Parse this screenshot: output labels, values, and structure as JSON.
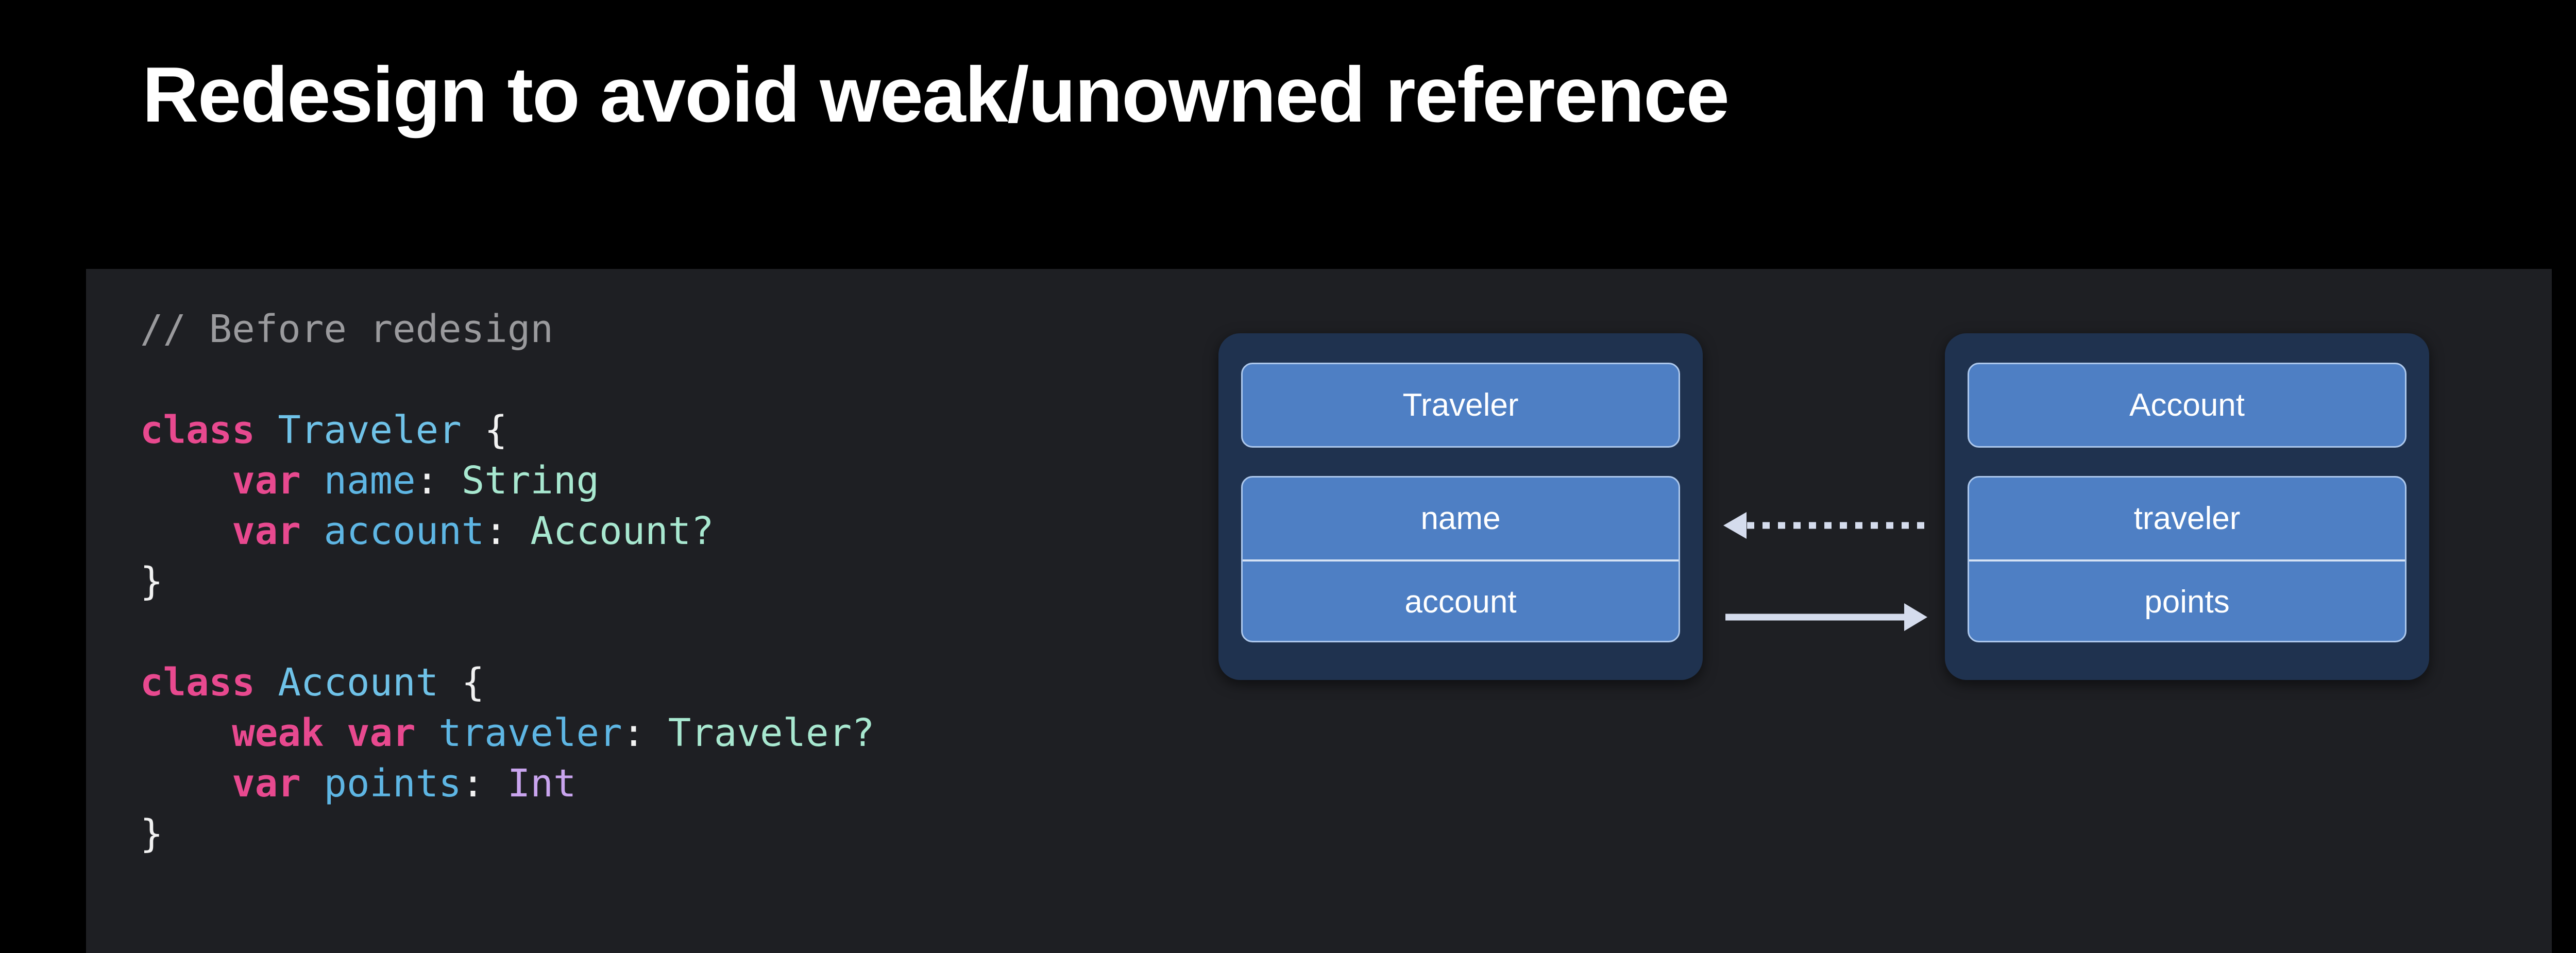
{
  "slide": {
    "title": "Redesign to avoid weak/unowned reference",
    "background_color": "#000000",
    "title_color": "#ffffff"
  },
  "code_panel": {
    "background_color": "#1e1f23",
    "language": "swift",
    "lines": [
      {
        "id": "l1",
        "segments": [
          {
            "text": "// Before redesign",
            "token": "comment"
          }
        ]
      },
      {
        "id": "l2",
        "segments": [
          {
            "text": " ",
            "token": "plain"
          }
        ]
      },
      {
        "id": "l3",
        "segments": [
          {
            "text": "class",
            "token": "keyword"
          },
          {
            "text": " ",
            "token": "plain"
          },
          {
            "text": "Traveler",
            "token": "type"
          },
          {
            "text": " {",
            "token": "plain"
          }
        ]
      },
      {
        "id": "l4",
        "segments": [
          {
            "text": "    ",
            "token": "plain"
          },
          {
            "text": "var",
            "token": "keyword"
          },
          {
            "text": " ",
            "token": "plain"
          },
          {
            "text": "name",
            "token": "prop"
          },
          {
            "text": ": ",
            "token": "plain"
          },
          {
            "text": "String",
            "token": "ret"
          }
        ]
      },
      {
        "id": "l5",
        "segments": [
          {
            "text": "    ",
            "token": "plain"
          },
          {
            "text": "var",
            "token": "keyword"
          },
          {
            "text": " ",
            "token": "plain"
          },
          {
            "text": "account",
            "token": "prop"
          },
          {
            "text": ": ",
            "token": "plain"
          },
          {
            "text": "Account?",
            "token": "ret"
          }
        ]
      },
      {
        "id": "l6",
        "segments": [
          {
            "text": "}",
            "token": "plain"
          }
        ]
      },
      {
        "id": "l7",
        "segments": [
          {
            "text": " ",
            "token": "plain"
          }
        ]
      },
      {
        "id": "l8",
        "segments": [
          {
            "text": "class",
            "token": "keyword"
          },
          {
            "text": " ",
            "token": "plain"
          },
          {
            "text": "Account",
            "token": "type"
          },
          {
            "text": " {",
            "token": "plain"
          }
        ]
      },
      {
        "id": "l9",
        "segments": [
          {
            "text": "    ",
            "token": "plain"
          },
          {
            "text": "weak var",
            "token": "keyword"
          },
          {
            "text": " ",
            "token": "plain"
          },
          {
            "text": "traveler",
            "token": "prop"
          },
          {
            "text": ": ",
            "token": "plain"
          },
          {
            "text": "Traveler?",
            "token": "ret"
          }
        ]
      },
      {
        "id": "l10",
        "segments": [
          {
            "text": "    ",
            "token": "plain"
          },
          {
            "text": "var",
            "token": "keyword"
          },
          {
            "text": " ",
            "token": "plain"
          },
          {
            "text": "points",
            "token": "prop"
          },
          {
            "text": ": ",
            "token": "plain"
          },
          {
            "text": "Int",
            "token": "int"
          }
        ]
      },
      {
        "id": "l11",
        "segments": [
          {
            "text": "}",
            "token": "plain"
          }
        ]
      }
    ],
    "token_colors": {
      "comment": "#9a9a9d",
      "keyword": "#e8498f",
      "type": "#6fc2e8",
      "prop": "#5eb6e4",
      "ret": "#a8e8d0",
      "int": "#c9a4ee",
      "plain": "#f2f2f2"
    }
  },
  "diagram": {
    "container_color": "#1f324f",
    "box_color": "#4e7fc4",
    "box_border_color": "#adc8ec",
    "arrow_color": "#d5dced",
    "left_class": {
      "name": "Traveler",
      "properties": [
        "name",
        "account"
      ]
    },
    "right_class": {
      "name": "Account",
      "properties": [
        "traveler",
        "points"
      ]
    },
    "relations": [
      {
        "id": "weak-ref",
        "style": "dashed",
        "direction": "left",
        "from": "traveler",
        "to": "name"
      },
      {
        "id": "strong-ref",
        "style": "solid",
        "direction": "right",
        "from": "account",
        "to": "points"
      }
    ]
  }
}
